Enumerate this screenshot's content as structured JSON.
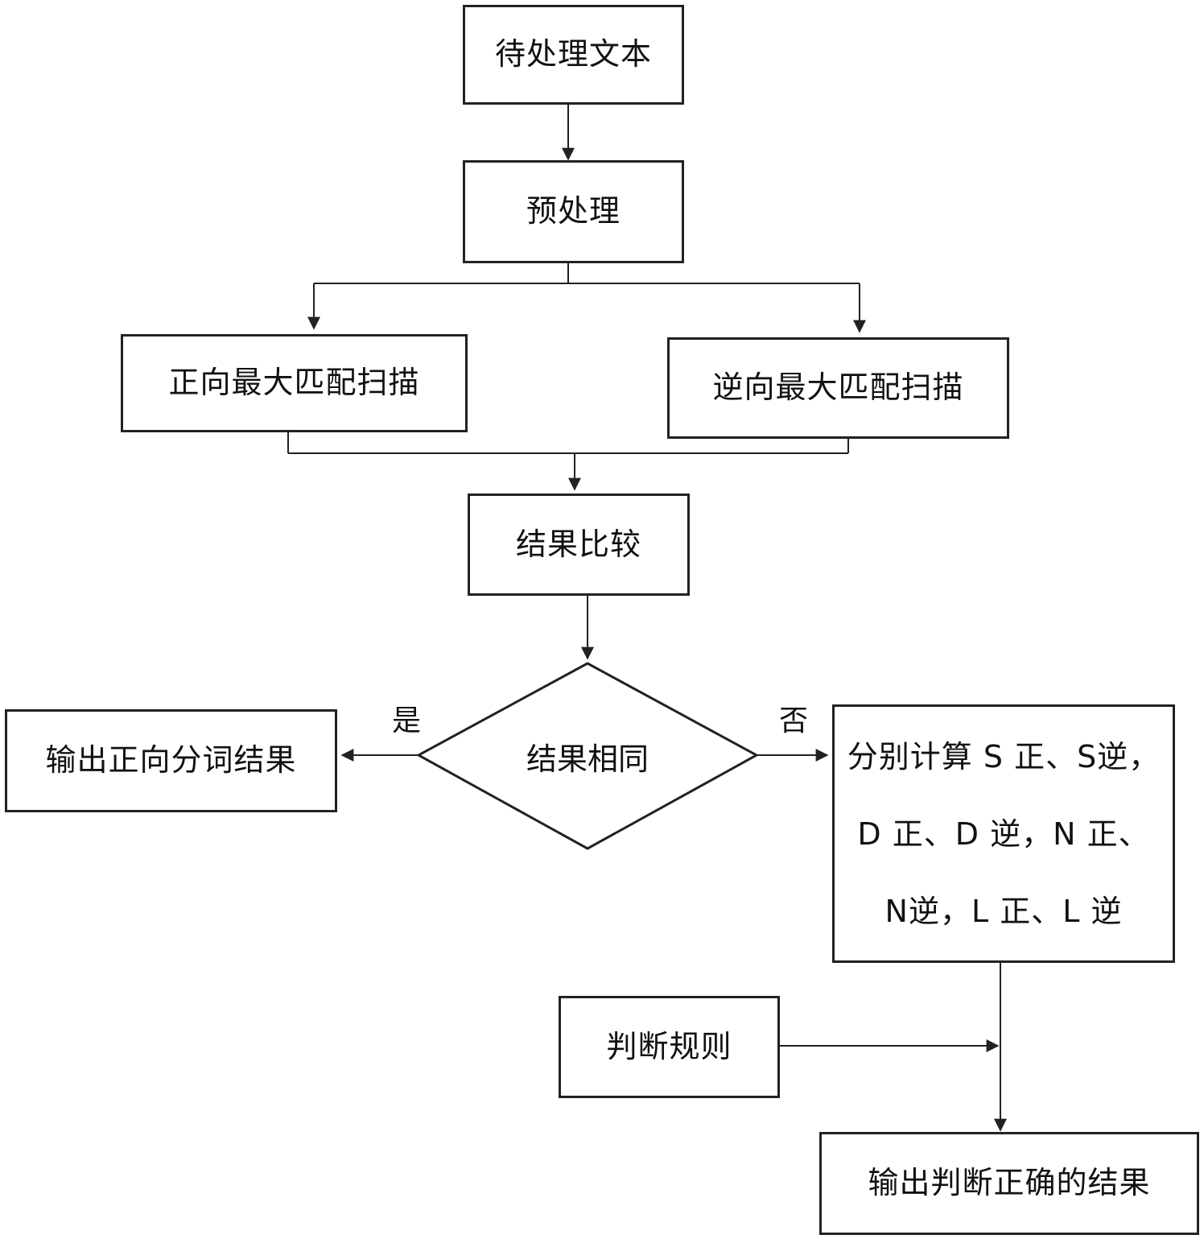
{
  "nodes": {
    "input_text": "待处理文本",
    "preprocess": "预处理",
    "forward_scan": "正向最大匹配扫描",
    "backward_scan": "逆向最大匹配扫描",
    "compare": "结果比较",
    "same_decision": "结果相同",
    "output_forward": "输出正向分词结果",
    "compute_lines": [
      "分别计算 S 正、S逆，",
      "D 正、D 逆，N 正、",
      "N逆，L 正、L 逆"
    ],
    "rules": "判断规则",
    "output_correct": "输出判断正确的结果"
  },
  "edges": {
    "yes": "是",
    "no": "否"
  }
}
